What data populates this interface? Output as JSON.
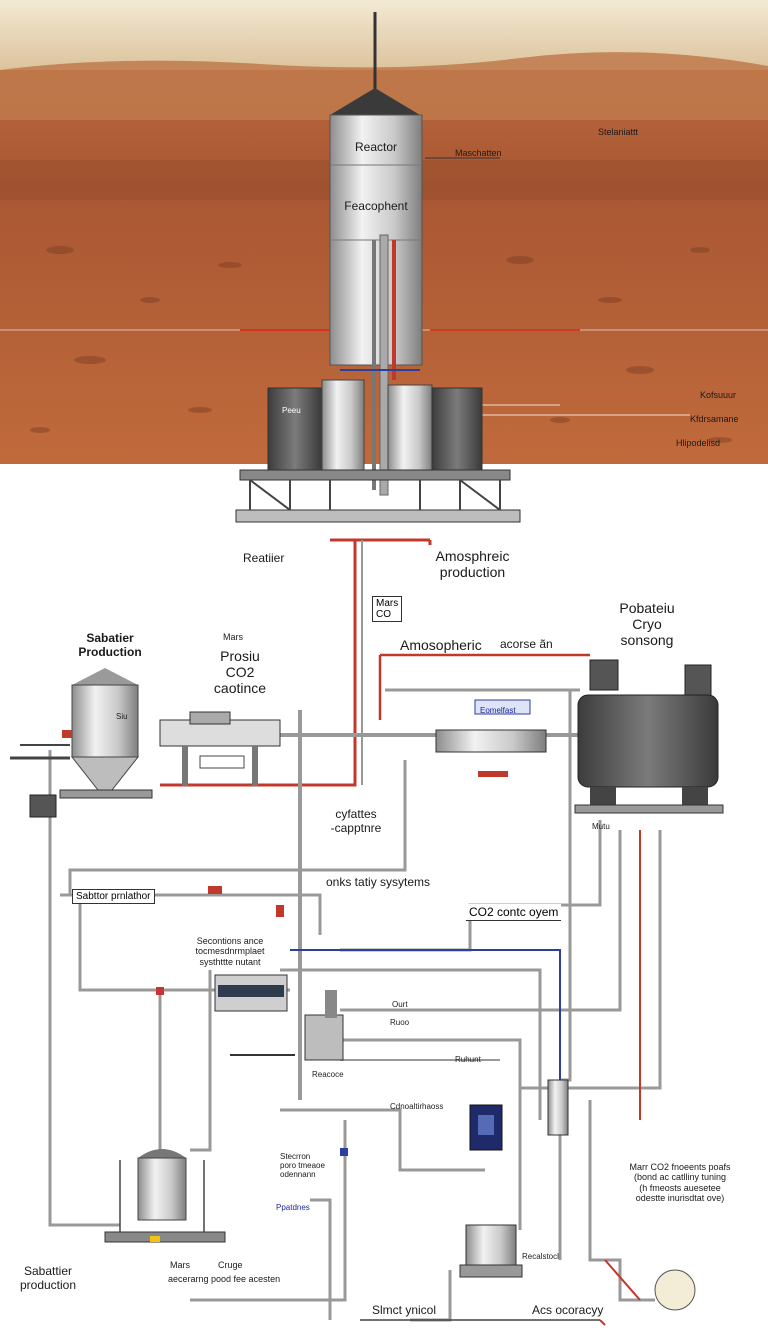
{
  "mars_section": {
    "reactor_top_label": "Reactor",
    "reactor_mid_label": "Feacophent",
    "side_label_1": "Stelaniattt",
    "side_label_2": "Maschatten",
    "right_notes": [
      "Kofsuuur",
      "Kfdrsamane",
      "Hlipodelisd"
    ]
  },
  "main_labels": {
    "reactor_caption": "Reatiier",
    "atmospheric_production": "Amosphreic\nproduction",
    "mars_box": "Mars\nCO",
    "sabatier_production": "Sabatier\nProduction",
    "mars_small": "Mars",
    "proxy_co2": "Prosiu\nCO2\ncaotince",
    "atmospheric": "Amosopheric",
    "access_an": "acorse ãn",
    "pobateiu_cryo": "Pobateiu\nCryo\nsonsong",
    "cystites_capture": "cyfattes\n-capptnre",
    "onks_systems": "onks tatiy sysytems",
    "sabatier_production_2": "Sabttor prnlathor",
    "co2_control": "CO2 contc oyem",
    "secondary_note": "Secontions ance\ntocmesdnrmplaet\nsysthttte nutant",
    "mars_co2_note": "Marr CO2 fnoeents poafs\n(bond ac catlliny tuning\n(h fmeosts auesetee\nodestte inurisdtat ove)",
    "side_note": "Stecrron\nporo tmeaoe\nodennann",
    "side_note_blue": "Ppatdnes",
    "sabatier_production_bottom": "Sabattier\nproduction",
    "bottom_mars": "Mars",
    "bottom_cryo": "Cruge",
    "bottom_line": "aecerarng pood fee acesten",
    "bottom_submit": "Slmct ynicol",
    "bottom_access": "Acs ocoracyy",
    "tank_label": "Recalstocl",
    "node_label": "Cdnoaltirhaoss",
    "small_tags": [
      "Siu",
      "Mutu",
      "Ourt",
      "Ruoo",
      "Ruhunt",
      "Eomelfast",
      "Reacoce",
      "Peeu"
    ]
  },
  "colors": {
    "mars_sky": "#e9dcc0",
    "mars_ground": "#b8613a",
    "pipe_gray": "#9a9a9a",
    "pipe_red": "#c0392b",
    "pipe_blue": "#2c3e9e",
    "metal": "#cfcfcf"
  }
}
